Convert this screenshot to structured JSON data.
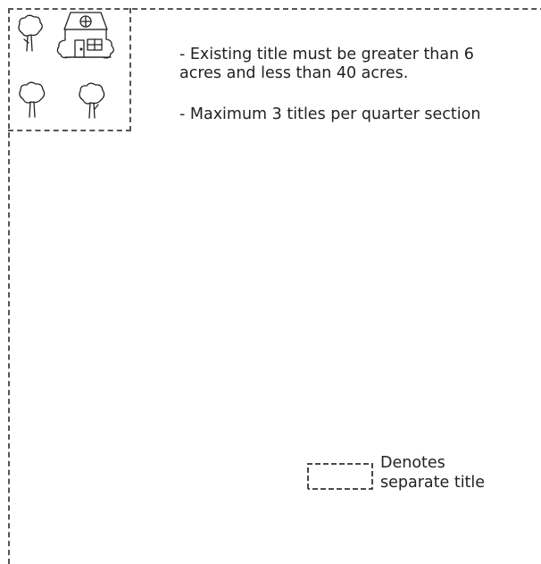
{
  "rules": [
    {
      "text": "- Existing title must be greater than 6 acres and less than 40 acres."
    },
    {
      "text": "- Maximum 3 titles per quarter section"
    }
  ],
  "legend": {
    "line1": "Denotes",
    "line2": "separate title"
  },
  "colors": {
    "line": "#555555",
    "text": "#222222",
    "background": "#ffffff"
  },
  "icons": [
    "tree-icon",
    "house-icon",
    "shrub-icon"
  ]
}
